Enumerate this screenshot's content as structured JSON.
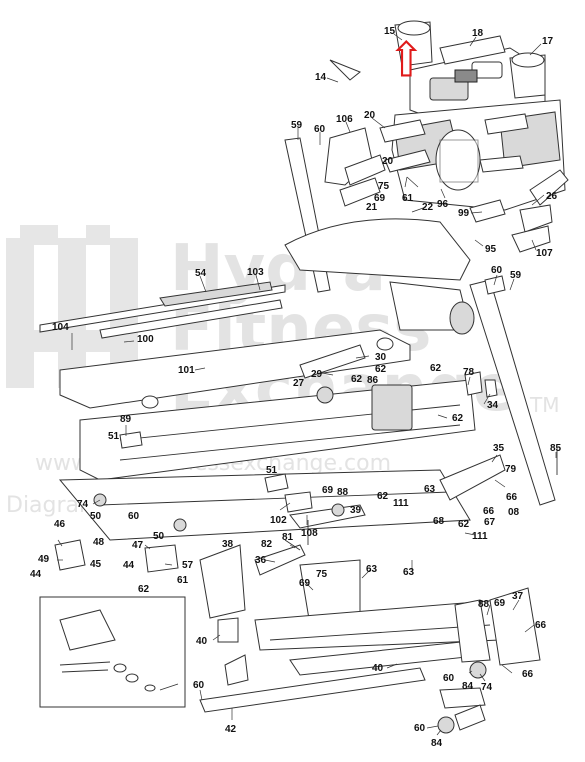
{
  "watermark": {
    "brand_line1": "Hydra",
    "brand_line2": "Fitness",
    "brand_line3": "Exchange",
    "trademark": "TM",
    "url": "www.hydrafitnessexchange.com",
    "tagline": "Diagrams and parts finder"
  },
  "callout_arrow_color": "#e01b1b",
  "labels": {
    "p15": "15",
    "p18": "18",
    "p17": "17",
    "p14": "14",
    "p20a": "20",
    "p106": "106",
    "p59a": "59",
    "p60a": "60",
    "p20b": "20",
    "p75a": "75",
    "p69a": "69",
    "p21": "21",
    "p61a": "61",
    "p96": "96",
    "p26": "26",
    "p99": "99",
    "p22": "22",
    "p95": "95",
    "p107": "107",
    "p54": "54",
    "p103": "103",
    "p60b": "60",
    "p59b": "59",
    "p104": "104",
    "p100": "100",
    "p30": "30",
    "p29": "29",
    "p62a": "62",
    "p27": "27",
    "p62b": "62",
    "p86": "86",
    "p62c": "62",
    "p78": "78",
    "p101": "101",
    "p34": "34",
    "p62d": "62",
    "p89": "89",
    "p51a": "51",
    "p85": "85",
    "p35": "35",
    "p79": "79",
    "p74a": "74",
    "p51b": "51",
    "p69b": "69",
    "p88a": "88",
    "p62e": "62",
    "p111a": "111",
    "p63a": "63",
    "p66a": "66",
    "p50a": "50",
    "p60c": "60",
    "p102": "102",
    "p39": "39",
    "p68": "68",
    "p62f": "62",
    "p67": "67",
    "p108": "108",
    "p66b": "66",
    "p08": "08",
    "p46": "46",
    "p48": "48",
    "p50b": "50",
    "p111b": "111",
    "p47": "47",
    "p49": "49",
    "p45": "45",
    "p44a": "44",
    "p57": "57",
    "p44b": "44",
    "p61b": "61",
    "p62g": "62",
    "p38": "38",
    "p82": "82",
    "p81": "81",
    "p36": "36",
    "p63b": "63",
    "p63c": "63",
    "p69c": "69",
    "p75b": "75",
    "p40a": "40",
    "p88b": "88",
    "p69d": "69",
    "p37": "37",
    "p66c": "66",
    "p60d": "60",
    "p84a": "84",
    "p74b": "74",
    "p66d": "66",
    "p40b": "40",
    "p60e": "60",
    "p42": "42",
    "p60f": "60",
    "p84b": "84"
  }
}
